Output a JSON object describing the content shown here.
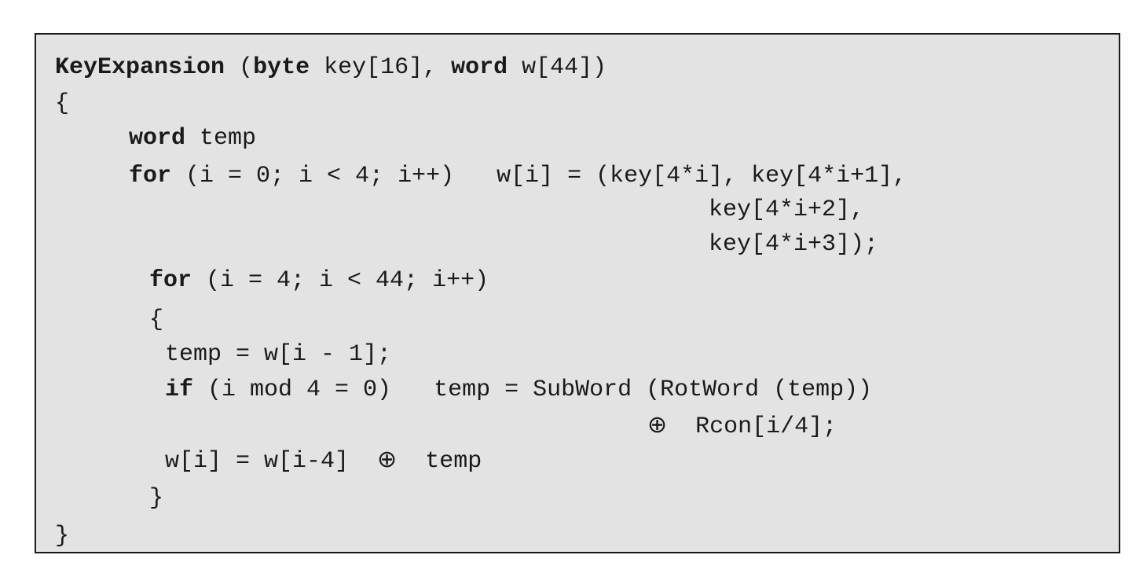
{
  "code_block": {
    "lines": [
      {
        "tokens": [
          {
            "text": "KeyExpansion",
            "bold": true
          },
          {
            "text": " (",
            "bold": false
          },
          {
            "text": "byte",
            "bold": true
          },
          {
            "text": " key[16], ",
            "bold": false
          },
          {
            "text": "word",
            "bold": true
          },
          {
            "text": " w[44])",
            "bold": false
          }
        ]
      },
      {
        "tokens": [
          {
            "text": "{",
            "bold": false
          }
        ]
      },
      {
        "tokens": [
          {
            "text": "word",
            "bold": true
          },
          {
            "text": " temp",
            "bold": false
          }
        ]
      },
      {
        "tokens": [
          {
            "text": "for",
            "bold": true
          },
          {
            "text": " (i = 0; i < 4; i++)   w[i] = (key[4*i], key[4*i+1],",
            "bold": false
          }
        ]
      },
      {
        "tokens": [
          {
            "text": "key[4*i+2],",
            "bold": false
          }
        ]
      },
      {
        "tokens": [
          {
            "text": "key[4*i+3]);",
            "bold": false
          }
        ]
      },
      {
        "tokens": [
          {
            "text": "for",
            "bold": true
          },
          {
            "text": " (i = 4; i < 44; i++)",
            "bold": false
          }
        ]
      },
      {
        "tokens": [
          {
            "text": "{",
            "bold": false
          }
        ]
      },
      {
        "tokens": [
          {
            "text": "temp = w[i - 1];",
            "bold": false
          }
        ]
      },
      {
        "tokens": [
          {
            "text": "if",
            "bold": true
          },
          {
            "text": " (i mod 4 = 0)   temp = SubWord (RotWord (temp))",
            "bold": false
          }
        ]
      },
      {
        "tokens": [
          {
            "text": "⊕",
            "bold": false,
            "symbol": true
          },
          {
            "text": "  Rcon[i/4];",
            "bold": false
          }
        ]
      },
      {
        "tokens": [
          {
            "text": "w[i] = w[i-4]  ",
            "bold": false
          },
          {
            "text": "⊕",
            "bold": false,
            "symbol": true
          },
          {
            "text": "  temp",
            "bold": false
          }
        ]
      },
      {
        "tokens": [
          {
            "text": "}",
            "bold": false
          }
        ]
      },
      {
        "tokens": [
          {
            "text": "}",
            "bold": false
          }
        ]
      }
    ]
  }
}
